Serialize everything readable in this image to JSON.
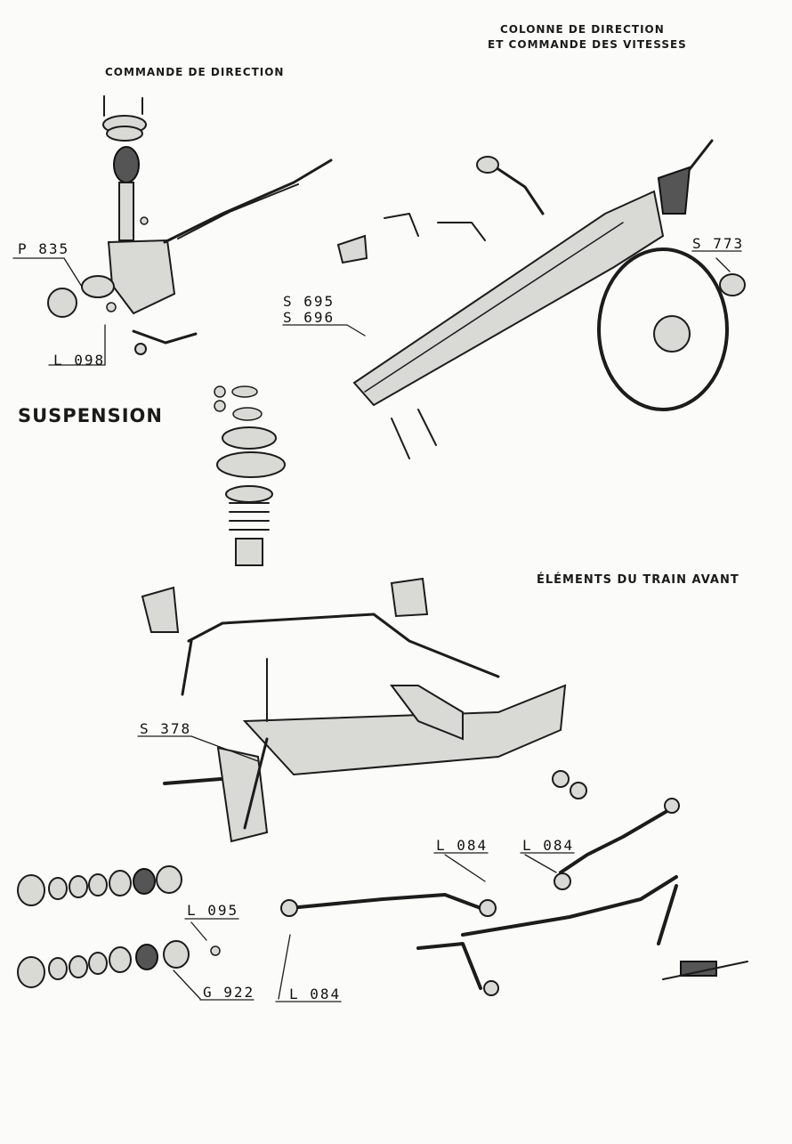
{
  "headings": {
    "colonne_line1": "COLONNE DE DIRECTION",
    "colonne_line2": "ET COMMANDE DES VITESSES",
    "commande_direction": "COMMANDE DE DIRECTION",
    "suspension": "SUSPENSION",
    "elements_train_avant": "ÉLÉMENTS DU TRAIN AVANT"
  },
  "callouts": {
    "p835": "P 835",
    "l098": "L 098",
    "s695": "S 695",
    "s696": "S 696",
    "s773": "S 773",
    "s378": "S 378",
    "l084_a": "L 084",
    "l084_b": "L 084",
    "l095": "L 095",
    "g922": "G 922",
    "l084_c": "L 084"
  },
  "colors": {
    "ink": "#1c1c1c",
    "paper": "#fbfbf9",
    "metal": "#d9d9d6"
  }
}
